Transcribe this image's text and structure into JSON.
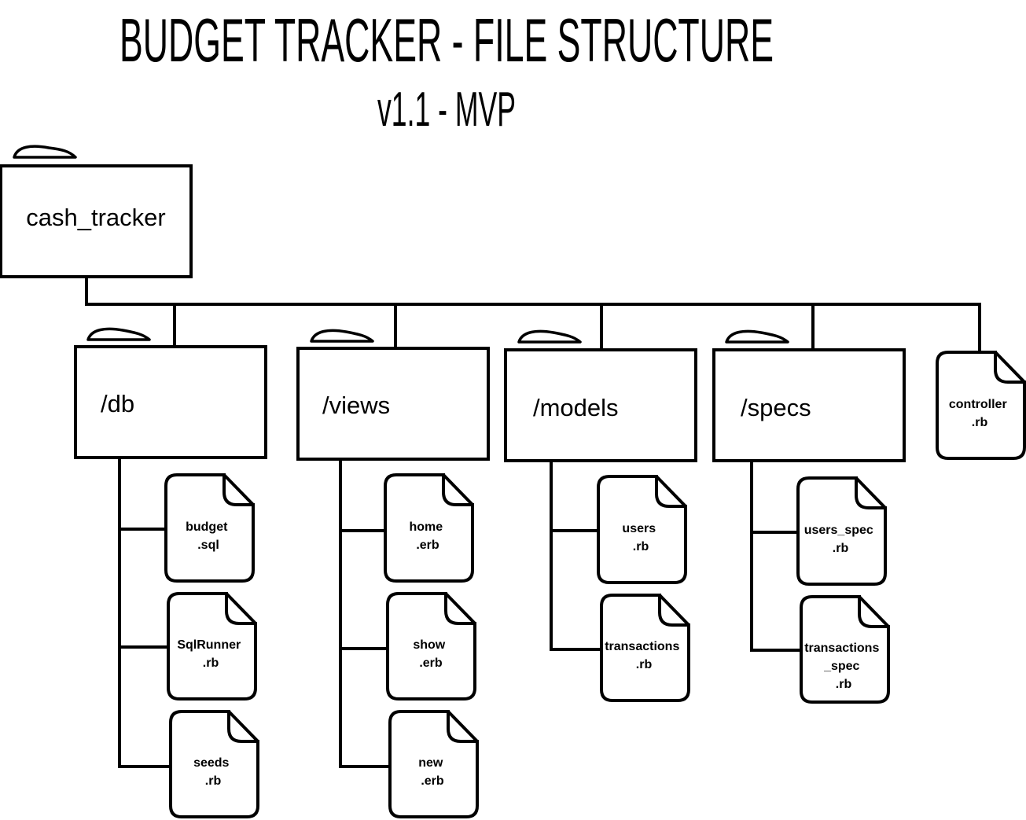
{
  "title": "BUDGET TRACKER - FILE STRUCTURE",
  "subtitle": "v1.1 - MVP",
  "root": {
    "label": "cash_tracker"
  },
  "folders": [
    {
      "label": "/db",
      "files": [
        [
          "budget",
          ".sql"
        ],
        [
          "SqlRunner",
          ".rb"
        ],
        [
          "seeds",
          ".rb"
        ]
      ]
    },
    {
      "label": "/views",
      "files": [
        [
          "home",
          ".erb"
        ],
        [
          "show",
          ".erb"
        ],
        [
          "new",
          ".erb"
        ]
      ]
    },
    {
      "label": "/models",
      "files": [
        [
          "users",
          ".rb"
        ],
        [
          "transactions",
          ".rb"
        ]
      ]
    },
    {
      "label": "/specs",
      "files": [
        [
          "users_spec",
          ".rb"
        ],
        [
          "transactions",
          "_spec",
          ".rb"
        ]
      ]
    }
  ],
  "root_file": [
    "controller",
    ".rb"
  ]
}
